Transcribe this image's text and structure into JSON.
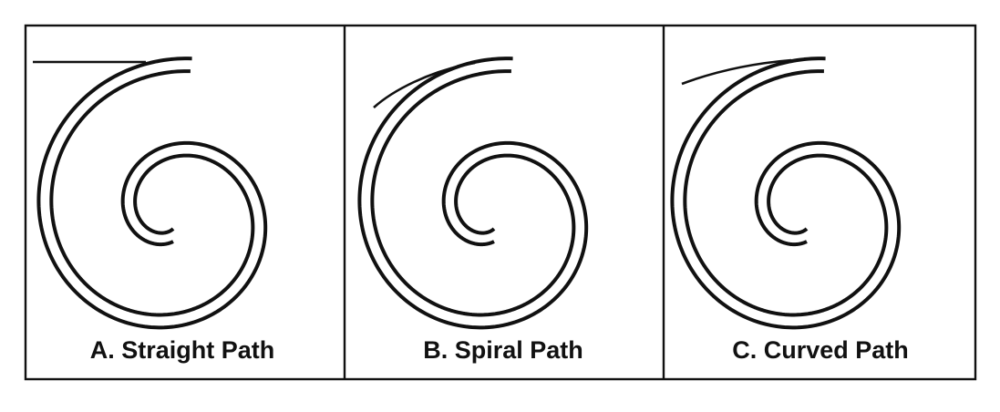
{
  "panels": [
    {
      "id": "a",
      "caption": "A.  Straight Path"
    },
    {
      "id": "b",
      "caption": "B.  Spiral Path"
    },
    {
      "id": "c",
      "caption": "C.  Curved Path"
    }
  ]
}
